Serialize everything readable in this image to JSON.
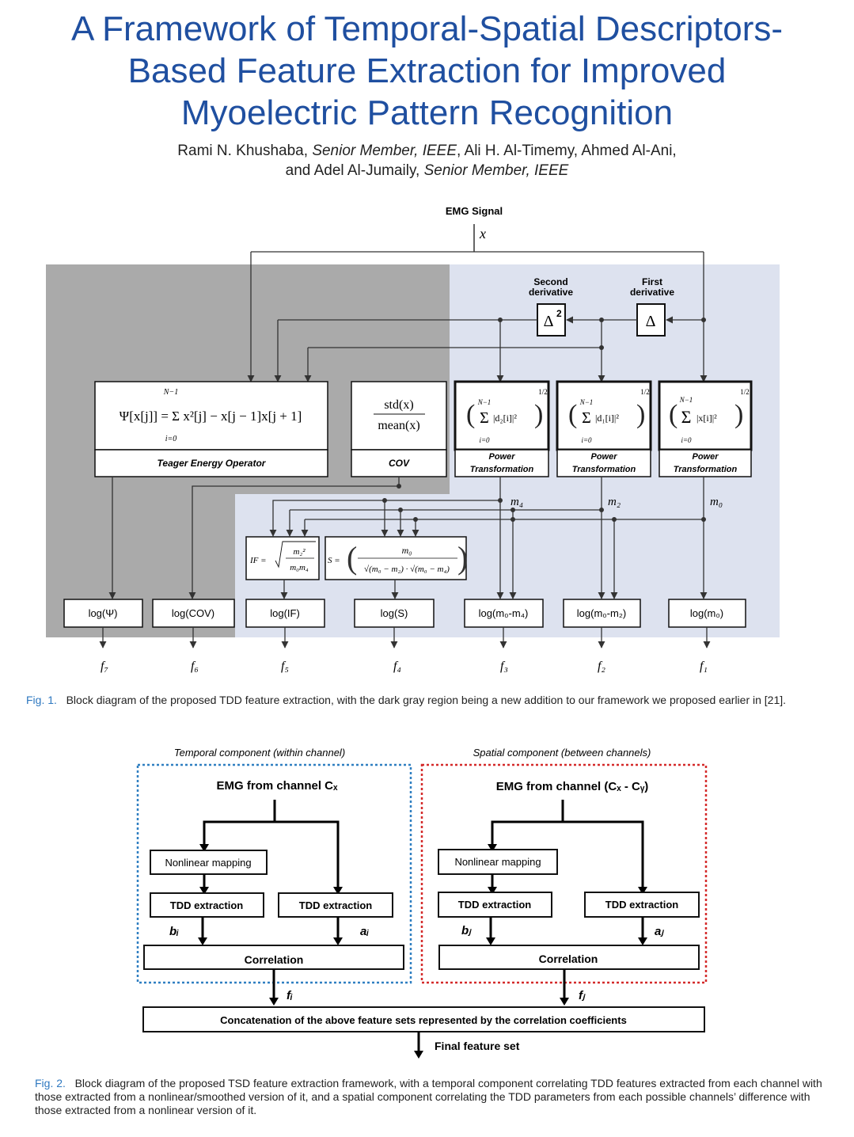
{
  "paper": {
    "title_lines": [
      "A Framework of Temporal-Spatial Descriptors-",
      "Based Feature Extraction for Improved",
      "Myoelectric Pattern Recognition"
    ],
    "authors_line1_parts": [
      "Rami N. Khushaba, ",
      "Senior Member, IEEE",
      ", Ali H. Al-Timemy, Ahmed Al-Ani,"
    ],
    "authors_line2_parts": [
      "and Adel Al-Jumaily, ",
      "Senior Member, IEEE"
    ]
  },
  "fig1": {
    "emg_signal": "EMG Signal",
    "x_symbol": "x",
    "second_derivative": [
      "Second",
      "derivative"
    ],
    "first_derivative": [
      "First",
      "derivative"
    ],
    "delta2": "Δ",
    "delta2_sup": "2",
    "delta1": "Δ",
    "teo_formula": "Ψ[x[j]] = Σ x²[j] − x[j − 1]x[j + 1]",
    "teo_sum_top": "N−1",
    "teo_sum_bottom": "i=0",
    "teo_label": "Teager Energy Operator",
    "cov_num": "std(x)",
    "cov_den": "mean(x)",
    "cov_label": "COV",
    "power_blocks": [
      {
        "inner": "|d₂[i]|²",
        "label_lines": [
          "Power",
          "Transformation"
        ]
      },
      {
        "inner": "|d₁[i]|²",
        "label_lines": [
          "Power",
          "Transformation"
        ]
      },
      {
        "inner": "|x[i]|²",
        "label_lines": [
          "Power",
          "Transformation"
        ]
      }
    ],
    "power_top": "N−1",
    "power_bottom": "i=0",
    "power_exp": "1/2",
    "m_labels": [
      "m₄",
      "m₂",
      "m₀"
    ],
    "if_formula_lhs": "IF =",
    "if_num": "m₂²",
    "if_den": "m₀m₄",
    "s_formula_lhs": "S =",
    "s_num": "m₀",
    "s_den": "√(m₀ − m₂) · √(m₀ − m₄)",
    "log_boxes": [
      "log(Ψ)",
      "log(COV)",
      "log(IF)",
      "log(S)",
      "log(m₀-m₄)",
      "log(m₀-m₂)",
      "log(m₀)"
    ],
    "features": [
      "f₇",
      "f₆",
      "f₅",
      "f₄",
      "f₃",
      "f₂",
      "f₁"
    ],
    "caption_label": "Fig. 1.",
    "caption_text": "Block diagram of the proposed TDD feature extraction, with the dark gray region being a new addition to our framework we proposed earlier in [21].",
    "colors": {
      "dark_region": "#aaaaaa",
      "light_region": "#dde2ef",
      "title_blue": "#1f4fa0"
    }
  },
  "fig2": {
    "temporal_title": "Temporal component (within channel)",
    "spatial_title": "Spatial component (between channels)",
    "temporal_emg": "EMG from channel Cₓ",
    "spatial_emg": "EMG from channel (Cₓ - Cᵧ)",
    "nonlinear": "Nonlinear mapping",
    "tdd": "TDD extraction",
    "correlation": "Correlation",
    "b_i": "bᵢ",
    "a_i": "aᵢ",
    "b_j": "bⱼ",
    "a_j": "aⱼ",
    "f_i": "fᵢ",
    "f_j": "fⱼ",
    "concat": "Concatenation of the above feature sets represented by the correlation coefficients",
    "final": "Final feature set",
    "caption_label": "Fig. 2.",
    "caption_text": "Block diagram of the proposed TSD feature extraction framework, with a temporal component correlating TDD features extracted from each channel with those extracted from a nonlinear/smoothed version of it, and a spatial component correlating the TDD parameters from each possible channels’ difference with those extracted from a nonlinear version of it.",
    "colors": {
      "temporal_border": "#2f7fc1",
      "spatial_border": "#d42a2a"
    }
  }
}
